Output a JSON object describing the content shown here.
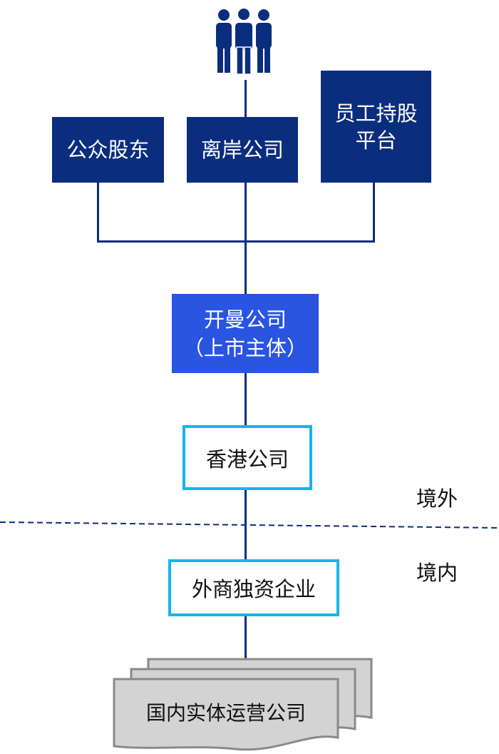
{
  "nodes": {
    "public_shareholders": "公众股东",
    "offshore_company": "离岸公司",
    "employee_platform_line1": "员工持股",
    "employee_platform_line2": "平台",
    "kaiman_line1": "开曼公司",
    "kaiman_line2": "（上市主体）",
    "hk_company": "香港公司",
    "wfoe": "外商独资企业",
    "domestic_entities": "国内实体运营公司"
  },
  "regions": {
    "offshore": "境外",
    "onshore": "境内"
  },
  "icons": {
    "people": "people-group-icon"
  },
  "colors": {
    "navy": "#0b2d7e",
    "blue": "#2a55e0",
    "cyan_border": "#18b4ea",
    "doc_gray": "#d3d3d3"
  }
}
